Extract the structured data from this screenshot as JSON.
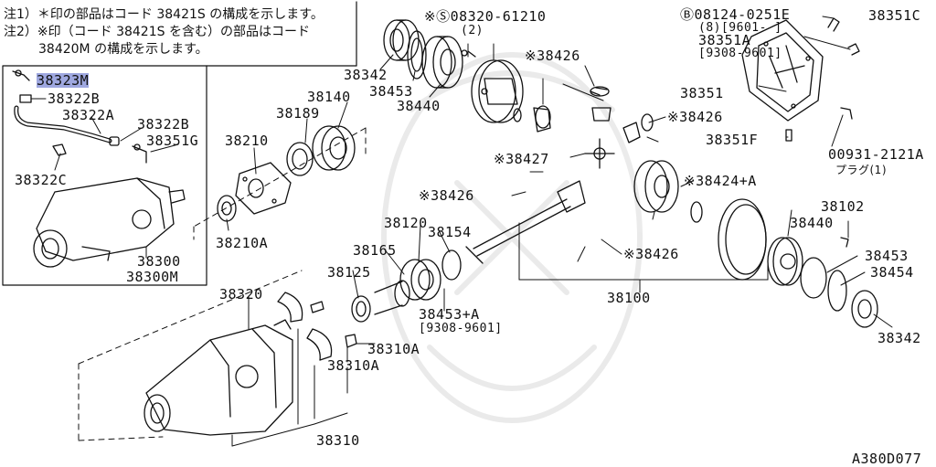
{
  "notes": [
    "注1）＊印の部品はコード 38421S の構成を示します。",
    "注2）※印（コード 38421S を含む）の部品はコード",
    "38420M の構成を示します。"
  ],
  "code": "A380D077",
  "highlight_color": "#9fa8e0",
  "line_color": "#111111",
  "labels": {
    "l38323M": "38323M",
    "l38322B_a": "38322B",
    "l38322A": "38322A",
    "l38322B_b": "38322B",
    "l38351G": "38351G",
    "l38322C": "38322C",
    "l38300": "38300",
    "l38300M": "38300M",
    "l38342_a": "38342",
    "l38453_a": "38453",
    "l38440_a": "38440",
    "l38140": "38140",
    "l38189": "38189",
    "l38210": "38210",
    "l38210A": "38210A",
    "l08320": "※Ⓢ08320-61210",
    "l08320q": "(2)",
    "l08124": "Ⓑ08124-0251E",
    "l08124b": "(8)[9601-      ]",
    "l38351A": "38351A",
    "l38351Ar": "[9308-9601]",
    "l38351C": "38351C",
    "l38351": "38351",
    "l38351F": "38351F",
    "l00931": "00931-2121A",
    "l00931p": "プラグ(1)",
    "l38426_a": "※38426",
    "l38426_b": "※38426",
    "l38426_c": "※38426",
    "l38426_d": "※38426",
    "l38427": "※38427",
    "l38424": "※38424+A",
    "l38120": "38120",
    "l38154": "38154",
    "l38165": "38165",
    "l38125": "38125",
    "l38453A": "38453+A",
    "l38453Ar": "[9308-9601]",
    "l38100": "38100",
    "l38102": "38102",
    "l38440_b": "38440",
    "l38453_b": "38453",
    "l38454": "38454",
    "l38342_b": "38342",
    "l38320": "38320",
    "l38310A_a": "38310A",
    "l38310A_b": "38310A",
    "l38310": "38310"
  }
}
